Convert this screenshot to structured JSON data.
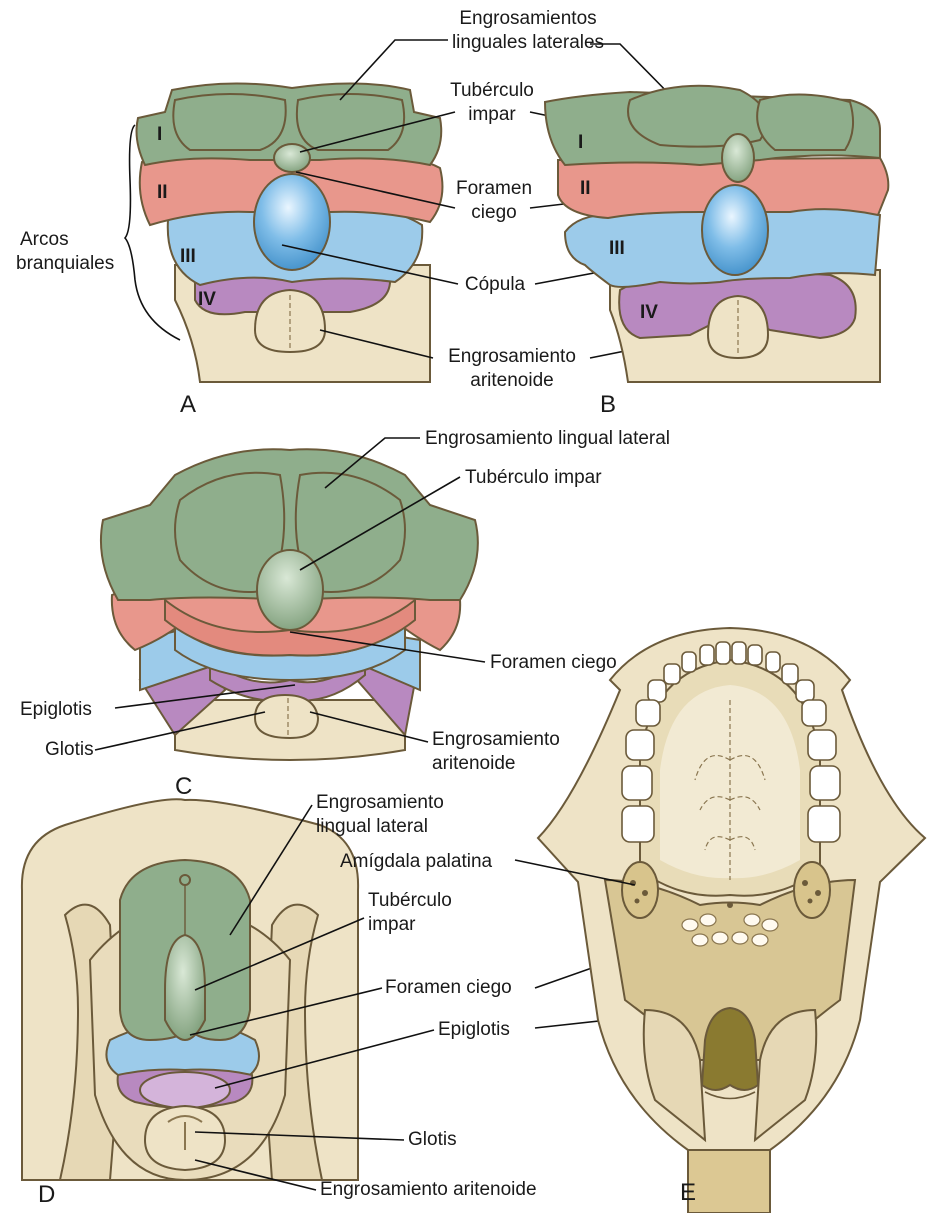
{
  "labels": {
    "a_lateral": [
      "Engrosamientos",
      "linguales laterales"
    ],
    "a_tuberculo": [
      "Tubérculo",
      "impar"
    ],
    "a_foramen": [
      "Foramen",
      "ciego"
    ],
    "a_arcos": [
      "Arcos",
      "branquiales"
    ],
    "a_copula": "Cópula",
    "a_aritenoide": [
      "Engrosamiento",
      "aritenoide"
    ],
    "c_lateral": "Engrosamiento lingual lateral",
    "c_tuberculo": "Tubérculo impar",
    "c_foramen": "Foramen ciego",
    "c_epiglotis": "Epiglotis",
    "c_glotis": "Glotis",
    "c_aritenoide": [
      "Engrosamiento",
      "aritenoide"
    ],
    "d_lateral": [
      "Engrosamiento",
      "lingual lateral"
    ],
    "d_tuberculo": [
      "Tubérculo",
      "impar"
    ],
    "d_foramen": "Foramen ciego",
    "d_epiglotis": "Epiglotis",
    "d_glotis": "Glotis",
    "d_aritenoide": "Engrosamiento aritenoide",
    "e_amigdala": "Amígdala palatina"
  },
  "arches": [
    "I",
    "II",
    "III",
    "IV"
  ],
  "panels": [
    "A",
    "B",
    "C",
    "D",
    "E"
  ],
  "colors": {
    "green": "#8fae8c",
    "red": "#e8978c",
    "blue": "#9ccbea",
    "purple": "#b889c0",
    "lilac": "#d4b4da",
    "cream": "#eee3c6",
    "tan": "#cdb98a",
    "dark": "#7a6628"
  }
}
